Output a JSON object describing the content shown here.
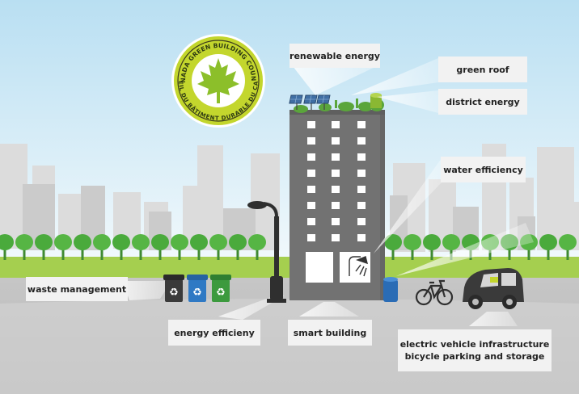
{
  "badge": {
    "text_top": "CANADA GREEN BUILDING COUNCIL",
    "text_bottom": "CONSEIL DU BÂTIMENT DURABLE DU CANADA"
  },
  "labels": {
    "renewable_energy": "renewable energy",
    "green_roof": "green roof",
    "district_energy": "district energy",
    "water_efficiency": "water efficiency",
    "waste_management": "waste management",
    "energy_efficiency": "energy efficieny",
    "smart_building": "smart building",
    "ev_line1": "electric vehicle infrastructure",
    "ev_line2": "bicycle parking and storage"
  },
  "colors": {
    "sky_top": "#b9dff2",
    "sky_bottom": "#eef7fb",
    "lime": "#c3d62d",
    "grass": "#a5cf4f",
    "tree": "#4aaa3c",
    "building": "#727272",
    "ground": "#c8c8c8",
    "bin_black": "#3a3a3a",
    "bin_blue": "#2f79c4",
    "bin_green": "#3c9a3e"
  },
  "icons": {
    "recycle": "♻",
    "shower": "shower-icon",
    "solar": "solar-panel-icon",
    "leaf": "maple-leaf-icon"
  }
}
